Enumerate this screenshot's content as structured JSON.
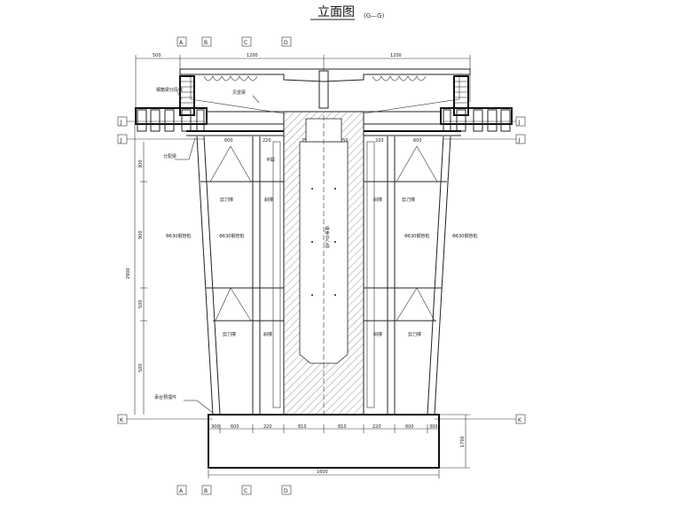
{
  "title": "立面图",
  "subtitle": "(G—G)",
  "grid_labels": {
    "A": "A",
    "B": "B",
    "C": "C",
    "D": "D",
    "J": "J",
    "K": "K"
  },
  "dimensions": {
    "top_left": "500",
    "top_mid_left": "1200",
    "top_mid_right": "1200",
    "beam_left_1": "600",
    "beam_left_2": "220",
    "beam_center_1": "250",
    "beam_center_2": "250",
    "beam_right_1": "220",
    "beam_right_2": "600",
    "height_total": "2900",
    "height_seg_1": "300",
    "height_seg_2": "900",
    "height_seg_3": "500",
    "height_seg_4": "500",
    "base_1": "300",
    "base_2": "600",
    "base_3": "220",
    "base_4": "810",
    "base_5": "810",
    "base_6": "220",
    "base_7": "600",
    "base_8": "300",
    "found_height": "1700",
    "found_width": "1600"
  },
  "labels": {
    "top_bracket": "钢箱梁分段线",
    "top_beam": "贝雷梁",
    "distribution_beam": "分配梁",
    "tie_left": "平联",
    "bracing_left": "剪刀撑",
    "bracing_right": "剪刀撑",
    "strut_left": "斜撑",
    "strut_right": "斜撑",
    "pipe_left_outer": "Φ630钢管桩",
    "pipe_left_inner": "Φ630钢管桩",
    "pipe_right_inner": "Φ630钢管桩",
    "pipe_right_outer": "Φ630钢管桩",
    "bracing_left_low": "剪刀撑",
    "bracing_right_low": "剪刀撑",
    "strut_left_low": "斜撑",
    "strut_right_low": "斜撑",
    "center_text": "墩身中心线",
    "base_note": "承台预埋件"
  }
}
